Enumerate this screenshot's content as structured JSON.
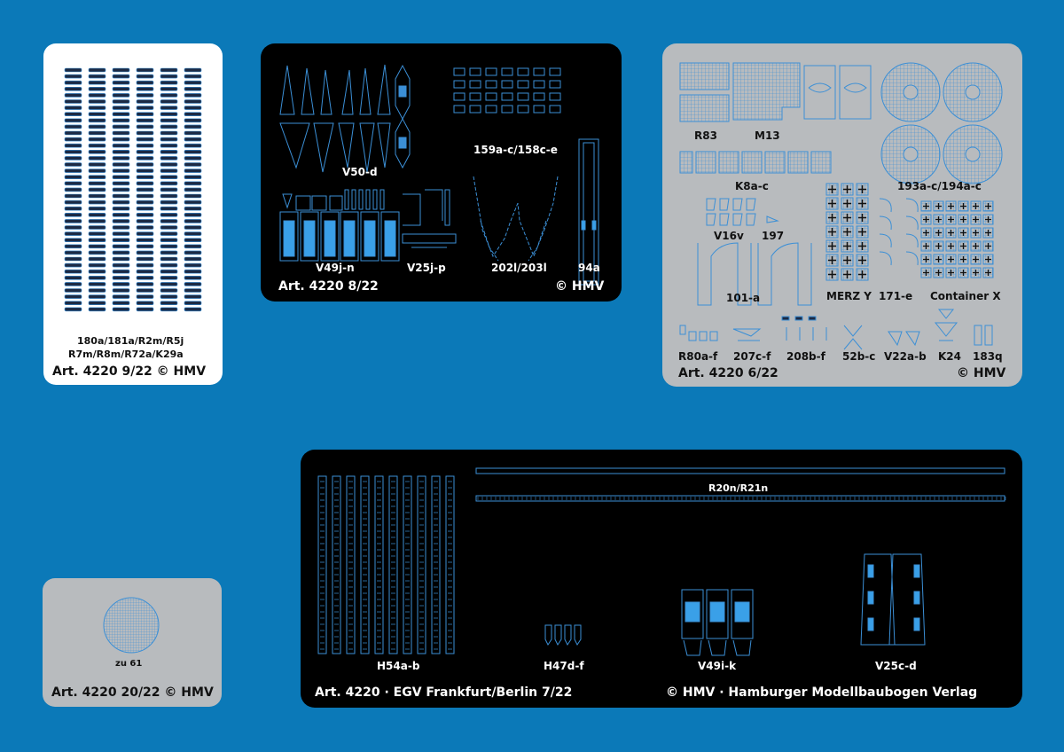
{
  "colors": {
    "background": "#0b79b8",
    "sheet_black": "#000000",
    "sheet_grey": "#b8bbbe",
    "sheet_white": "#ffffff",
    "line_blue": "#3b8fd6",
    "fill_blue": "#3aa0e8",
    "dark_slot": "#1c2a44"
  },
  "sheet_9": {
    "parts_line1": "180a/181a/R2m/R5j",
    "parts_line2": "R7m/R8m/R72a/K29a",
    "article": "Art. 4220 9/22 © HMV"
  },
  "sheet_8": {
    "parts": {
      "v50": "V50-d",
      "p159": "159a-c/158c-e",
      "v49": "V49j-n",
      "v25": "V25j-p",
      "p202": "202l/203l",
      "p94": "94a"
    },
    "article": "Art. 4220 8/22",
    "copyright": "© HMV"
  },
  "sheet_6": {
    "parts": {
      "r83": "R83",
      "m13": "M13",
      "k8": "K8a-c",
      "p193": "193a-c/194a-c",
      "v16": "V16v",
      "p197": "197",
      "p101": "101-a",
      "merz": "MERZ Y",
      "p171": "171-e",
      "container": "Container X",
      "r80": "R80a-f",
      "p207": "207c-f",
      "p208": "208b-f",
      "p52": "52b-c",
      "v22": "V22a-b",
      "k24": "K24",
      "p183": "183q"
    },
    "article": "Art. 4220 6/22",
    "copyright": "© HMV"
  },
  "sheet_20": {
    "part": "zu 61",
    "article": "Art. 4220 20/22 © HMV"
  },
  "sheet_7": {
    "parts": {
      "r20": "R20n/R21n",
      "h54": "H54a-b",
      "h47": "H47d-f",
      "v49": "V49i-k",
      "v25": "V25c-d"
    },
    "article": "Art. 4220 · EGV Frankfurt/Berlin 7/22",
    "publisher": "© HMV · Hamburger Modellbaubogen Verlag"
  }
}
